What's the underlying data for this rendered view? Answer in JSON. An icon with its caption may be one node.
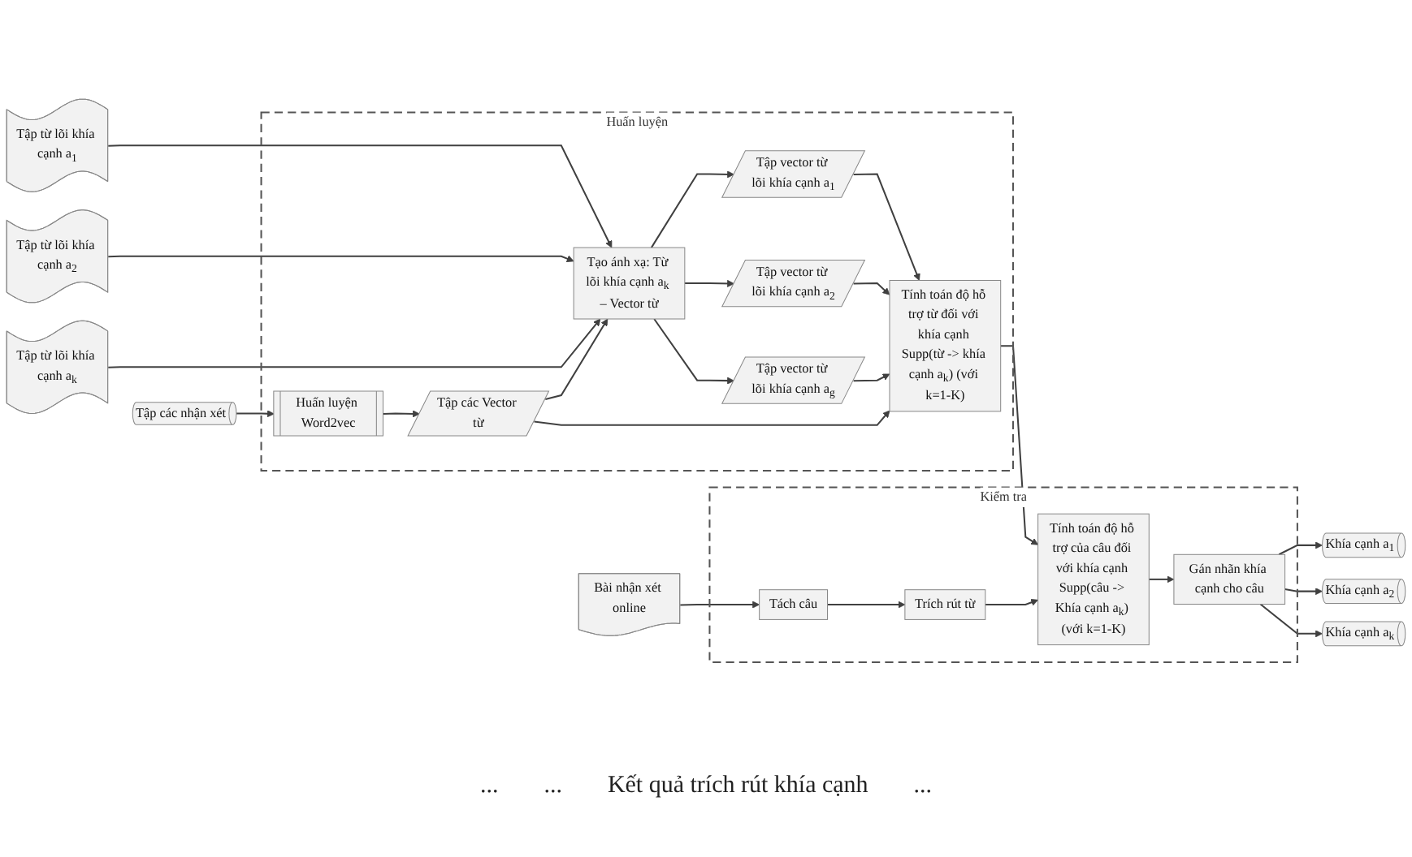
{
  "diagram": {
    "nodes": [
      {
        "text": [
          "Tập từ lõi khía cạnh a$_{1}$"
        ]
      },
      {
        "text": [
          "Tập từ lõi khía cạnh a$_{2}$"
        ]
      },
      {
        "text": [
          "Tập từ lõi khía cạnh a$_{k}$"
        ]
      },
      {
        "text": [
          "Tập các nhận xét"
        ]
      },
      {
        "text": [
          "Huấn luyện"
        ]
      },
      {
        "text": [
          "Huấn luyện Word2vec"
        ],
        "in": 4
      },
      {
        "text": [
          "Tập các Vector từ"
        ],
        "in": 4
      },
      {
        "text": [
          "Tạo ánh xạ: Từ lõi khía cạnh a$_{k}$ – Vector từ"
        ],
        "in": 4
      },
      {
        "text": [
          "Tập vector từ lõi khía cạnh a$_{1}$"
        ],
        "in": 4
      },
      {
        "text": [
          "Tập vector từ lõi khía cạnh a$_{2}$"
        ],
        "in": 4
      },
      {
        "text": [
          "Tập vector từ lõi khía cạnh a$_{g}$"
        ],
        "in": 4
      },
      {
        "text": [
          "Tính toán độ hỗ trợ từ đối với khía cạnh Supp(từ -> khía cạnh a$_{k}$) (với k=1-K)"
        ],
        "in": 4
      },
      {
        "text": [
          "Bài nhận xét online"
        ]
      },
      {
        "text": [
          "Kiểm tra"
        ]
      },
      {
        "text": [
          "Tách câu"
        ],
        "in": 13
      },
      {
        "text": [
          "Trích rút từ"
        ],
        "in": 13
      },
      {
        "text": [
          "Tính toán độ hỗ trợ của câu đối với khía cạnh Supp(câu -> Khía cạnh a$_{k}$) (với k=1-K)"
        ],
        "in": 13
      },
      {
        "text": [
          "Gán nhãn khía cạnh cho câu"
        ],
        "in": 13
      },
      {
        "text": [
          "Khía cạnh a$_{1}$"
        ]
      },
      {
        "text": [
          "Khía cạnh a$_{2}$"
        ]
      },
      {
        "text": [
          "Khía cạnh a$_{k}$"
        ]
      }
    ],
    "edges": [
      {
        "from": 0,
        "to": 7,
        "arrow": "to"
      },
      {
        "from": 1,
        "to": 7,
        "arrow": "to"
      },
      {
        "from": 2,
        "to": 7,
        "arrow": "to"
      },
      {
        "from": 3,
        "to": 5,
        "arrow": "to"
      },
      {
        "from": 5,
        "to": 6,
        "arrow": "to"
      },
      {
        "from": 6,
        "to": 7,
        "arrow": "to"
      },
      {
        "from": 7,
        "to": 8,
        "arrow": "to"
      },
      {
        "from": 7,
        "to": 9,
        "arrow": "to"
      },
      {
        "from": 7,
        "to": 10,
        "arrow": "to"
      },
      {
        "from": 8,
        "to": 11,
        "arrow": "to"
      },
      {
        "from": 9,
        "to": 11,
        "arrow": "to"
      },
      {
        "from": 10,
        "to": 11,
        "arrow": "to"
      },
      {
        "from": 6,
        "to": 11,
        "arrow": "to"
      },
      {
        "from": 11,
        "to": 16,
        "arrow": "to"
      },
      {
        "from": 12,
        "to": 14,
        "arrow": "to"
      },
      {
        "from": 14,
        "to": 15,
        "arrow": "to"
      },
      {
        "from": 15,
        "to": 16,
        "arrow": "to"
      },
      {
        "from": 16,
        "to": 17,
        "arrow": "to"
      },
      {
        "from": 17,
        "to": 18,
        "arrow": "to"
      },
      {
        "from": 17,
        "to": 19,
        "arrow": "to"
      },
      {
        "from": 17,
        "to": 20,
        "arrow": "to"
      }
    ],
    "labels": [
      "...",
      "...",
      "Kết quả trích rút khía cạnh",
      "..."
    ]
  }
}
